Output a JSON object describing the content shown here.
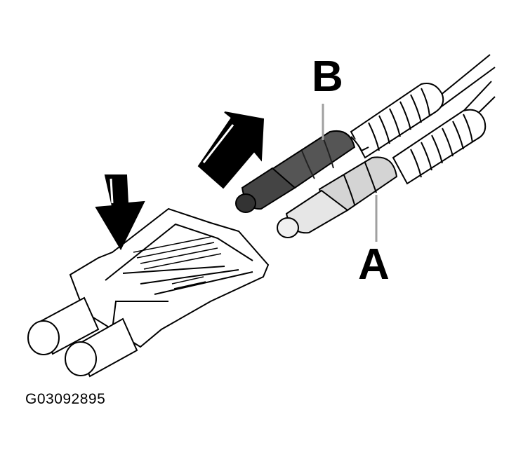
{
  "labels": {
    "callout_b": "B",
    "callout_a": "A"
  },
  "figure_id": "G03092895",
  "colors": {
    "dark_connector": "#555555",
    "light_connector": "#d4d4d4",
    "line": "#000000",
    "background": "#ffffff"
  }
}
